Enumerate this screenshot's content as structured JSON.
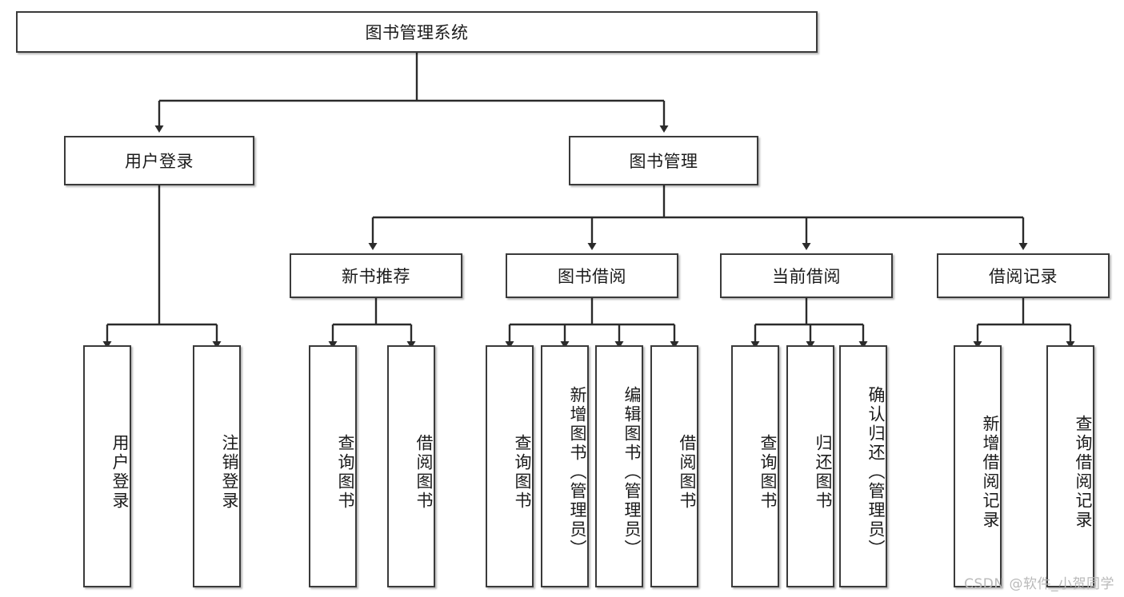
{
  "diagram": {
    "type": "tree",
    "title": "图书管理系统",
    "orientation": "top-down",
    "colors": {
      "node_border": "#3a3a3a",
      "node_fill": "#ffffff",
      "connector": "#2b2b2b",
      "background": "#ffffff",
      "watermark": "#b9b9b9"
    }
  },
  "nodes": {
    "root": {
      "label": "图书管理系统",
      "level": 1,
      "text_direction": "horizontal"
    },
    "user_login": {
      "label": "用户登录",
      "level": 2,
      "text_direction": "horizontal"
    },
    "book_manage": {
      "label": "图书管理",
      "level": 2,
      "text_direction": "horizontal"
    },
    "new_book_rec": {
      "label": "新书推荐",
      "level": 3,
      "text_direction": "horizontal"
    },
    "book_borrow": {
      "label": "图书借阅",
      "level": 3,
      "text_direction": "horizontal"
    },
    "current_borrow": {
      "label": "当前借阅",
      "level": 3,
      "text_direction": "horizontal"
    },
    "borrow_record": {
      "label": "借阅记录",
      "level": 3,
      "text_direction": "horizontal"
    },
    "leaf_user_login": {
      "label": "用户登录",
      "level": 4,
      "text_direction": "vertical"
    },
    "leaf_logout": {
      "label": "注销登录",
      "level": 4,
      "text_direction": "vertical"
    },
    "leaf_query_book_rec": {
      "label": "查询图书",
      "level": 4,
      "text_direction": "vertical"
    },
    "leaf_borrow_book_rec": {
      "label": "借阅图书",
      "level": 4,
      "text_direction": "vertical"
    },
    "leaf_query_book_bw": {
      "label": "查询图书",
      "level": 4,
      "text_direction": "vertical"
    },
    "leaf_add_book": {
      "label": "新增图书（管理员）",
      "level": 4,
      "text_direction": "vertical"
    },
    "leaf_edit_book": {
      "label": "编辑图书（管理员）",
      "level": 4,
      "text_direction": "vertical"
    },
    "leaf_borrow_book_bw": {
      "label": "借阅图书",
      "level": 4,
      "text_direction": "vertical"
    },
    "leaf_query_book_cur": {
      "label": "查询图书",
      "level": 4,
      "text_direction": "vertical"
    },
    "leaf_return_book": {
      "label": "归还图书",
      "level": 4,
      "text_direction": "vertical"
    },
    "leaf_confirm_return": {
      "label": "确认归还（管理员）",
      "level": 4,
      "text_direction": "vertical"
    },
    "leaf_add_record": {
      "label": "新增借阅记录",
      "level": 4,
      "text_direction": "vertical"
    },
    "leaf_query_record": {
      "label": "查询借阅记录",
      "level": 4,
      "text_direction": "vertical"
    }
  },
  "edges": [
    {
      "from": "root",
      "to": "user_login"
    },
    {
      "from": "root",
      "to": "book_manage"
    },
    {
      "from": "user_login",
      "to": "leaf_user_login"
    },
    {
      "from": "user_login",
      "to": "leaf_logout"
    },
    {
      "from": "book_manage",
      "to": "new_book_rec"
    },
    {
      "from": "book_manage",
      "to": "book_borrow"
    },
    {
      "from": "book_manage",
      "to": "current_borrow"
    },
    {
      "from": "book_manage",
      "to": "borrow_record"
    },
    {
      "from": "new_book_rec",
      "to": "leaf_query_book_rec"
    },
    {
      "from": "new_book_rec",
      "to": "leaf_borrow_book_rec"
    },
    {
      "from": "book_borrow",
      "to": "leaf_query_book_bw"
    },
    {
      "from": "book_borrow",
      "to": "leaf_add_book"
    },
    {
      "from": "book_borrow",
      "to": "leaf_edit_book"
    },
    {
      "from": "book_borrow",
      "to": "leaf_borrow_book_bw"
    },
    {
      "from": "current_borrow",
      "to": "leaf_query_book_cur"
    },
    {
      "from": "current_borrow",
      "to": "leaf_return_book"
    },
    {
      "from": "current_borrow",
      "to": "leaf_confirm_return"
    },
    {
      "from": "borrow_record",
      "to": "leaf_add_record"
    },
    {
      "from": "borrow_record",
      "to": "leaf_query_record"
    }
  ],
  "watermark": {
    "text": "CSDN @软件_小贺同学"
  }
}
